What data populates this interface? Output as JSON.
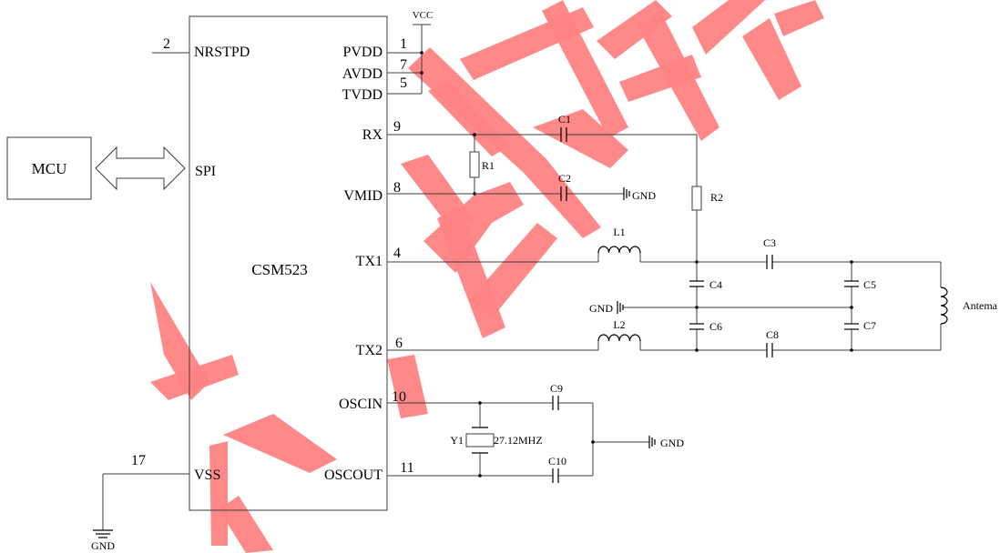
{
  "chip": {
    "name": "CSM523",
    "left_pins": [
      {
        "num": "2",
        "label": "NRSTPD"
      },
      {
        "num": "",
        "label": "SPI"
      },
      {
        "num": "17",
        "label": "VSS"
      }
    ],
    "right_pins": [
      {
        "num": "1",
        "label": "PVDD"
      },
      {
        "num": "7",
        "label": "AVDD"
      },
      {
        "num": "5",
        "label": "TVDD"
      },
      {
        "num": "9",
        "label": "RX"
      },
      {
        "num": "8",
        "label": "VMID"
      },
      {
        "num": "4",
        "label": "TX1"
      },
      {
        "num": "6",
        "label": "TX2"
      },
      {
        "num": "10",
        "label": "OSCIN"
      },
      {
        "num": "11",
        "label": "OSCOUT"
      }
    ]
  },
  "mcu": {
    "label": "MCU"
  },
  "supply": {
    "vcc": "VCC",
    "gnd": "GND"
  },
  "components": {
    "C1": "C1",
    "C2": "C2",
    "C3": "C3",
    "C4": "C4",
    "C5": "C5",
    "C6": "C6",
    "C7": "C7",
    "C8": "C8",
    "C9": "C9",
    "C10": "C10",
    "R1": "R1",
    "R2": "R2",
    "L1": "L1",
    "L2": "L2",
    "Y1": "Y1",
    "Y1_value": "27.12MHZ",
    "antenna": "Antema"
  },
  "colors": {
    "watermark": "#ff8383",
    "wire": "#3c3c3c"
  }
}
